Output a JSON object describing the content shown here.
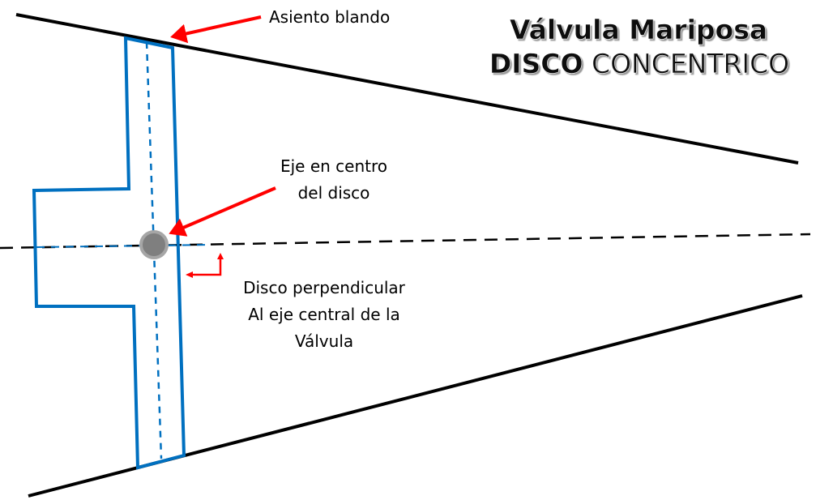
{
  "title": {
    "line1": "Válvula Mariposa",
    "line2_bold": "DISCO",
    "line2_rest": " CONCENTRICO"
  },
  "labels": {
    "soft_seat": "Asiento blando",
    "shaft_line1": "Eje en centro",
    "shaft_line2": "del disco",
    "perp_line1": "Disco perpendicular",
    "perp_line2": "Al eje central de la",
    "perp_line3": "Válvula"
  },
  "colors": {
    "body": "#000000",
    "disc": "#0070c0",
    "arrow": "#ff0000",
    "shaft": "#808080"
  }
}
